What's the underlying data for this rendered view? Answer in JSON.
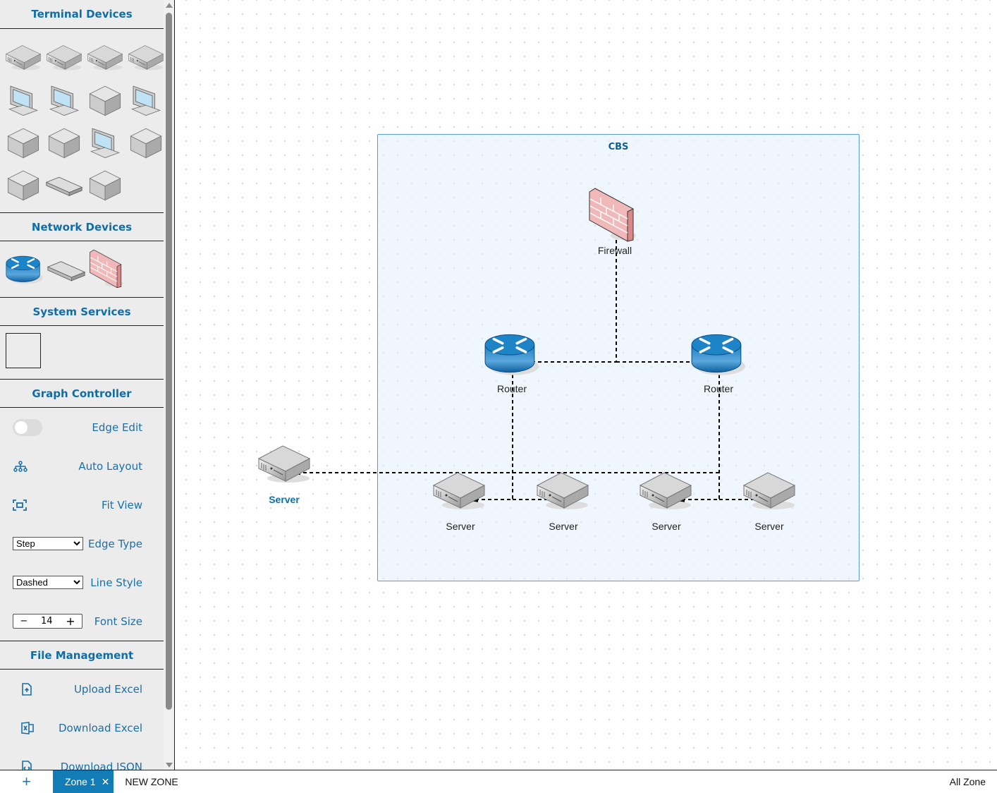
{
  "sidebar": {
    "terminal_title": "Terminal Devices",
    "terminal_icons": [
      "server-icon",
      "server-db-icon",
      "server-card-icon",
      "server-card2-icon",
      "desktop-icon",
      "laptop-icon",
      "printer-icon",
      "scanner-icon",
      "ip-phone-icon",
      "fax-icon",
      "touch-panel-icon",
      "rack-icon",
      "camera-icon",
      "wireless-router-icon",
      "satellite-dish-icon"
    ],
    "network_title": "Network Devices",
    "network_icons": [
      "router-icon",
      "switch-icon",
      "firewall-icon"
    ],
    "system_title": "System Services",
    "graph_title": "Graph Controller",
    "edge_edit": "Edge Edit",
    "auto_layout": "Auto Layout",
    "fit_view": "Fit View",
    "edge_type_value": "Step",
    "edge_type": "Edge Type",
    "line_style_value": "Dashed",
    "line_style": "Line Style",
    "font_size_value": "14",
    "font_size": "Font Size",
    "minus": "−",
    "plus": "+",
    "file_title": "File Management",
    "upload_excel": "Upload Excel",
    "download_excel": "Download Excel",
    "download_json": "Download JSON"
  },
  "canvas": {
    "zone_title": "CBS",
    "nodes": {
      "firewall": "Firewall",
      "router1": "Router",
      "router2": "Router",
      "server_ext": "Server",
      "server1": "Server",
      "server2": "Server",
      "server3": "Server",
      "server4": "Server"
    },
    "edge_color": "#000000",
    "accent": "#117cb5"
  },
  "bottom": {
    "add": "+",
    "active_tab": "Zone 1",
    "close": "✕",
    "tab2": "NEW ZONE",
    "all": "All Zone"
  }
}
